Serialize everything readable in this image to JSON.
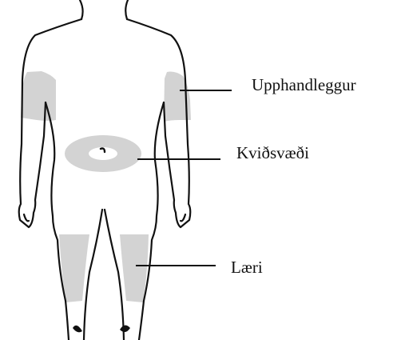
{
  "labels": {
    "upper_arm": "Upphandleggur",
    "abdomen": "Kviðsvæði",
    "thigh": "Læri"
  },
  "colors": {
    "outline": "#111111",
    "injection_area": "#d3d3d3",
    "background": "#ffffff"
  }
}
